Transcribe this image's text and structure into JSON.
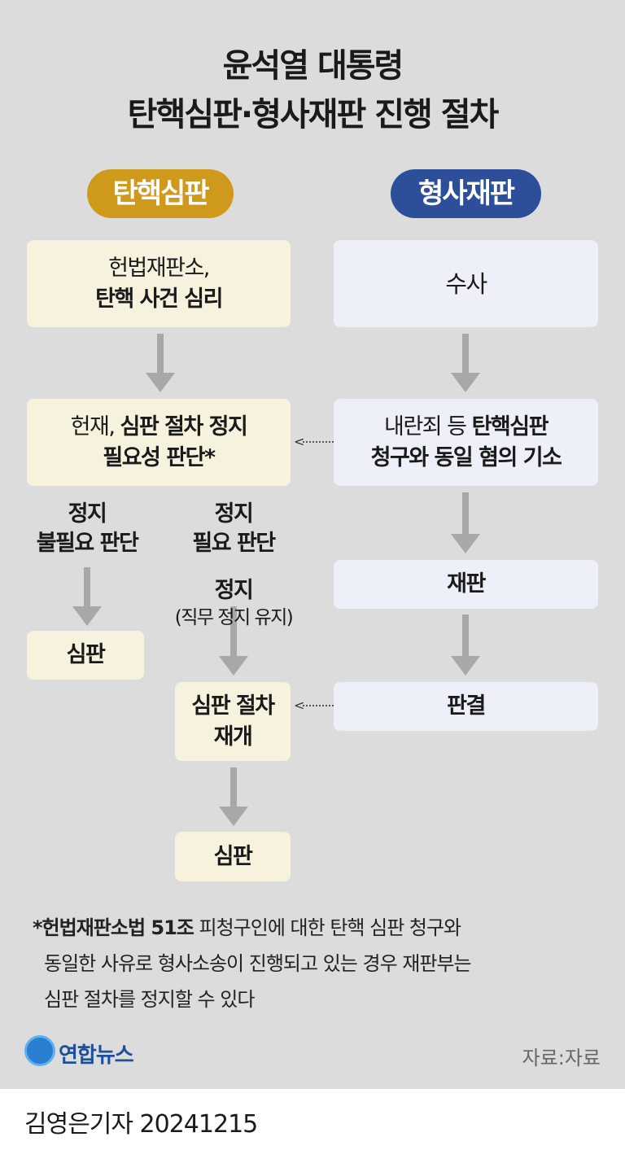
{
  "title": {
    "line1": "윤석열 대통령",
    "line2": "탄핵심판·형사재판 진행 절차"
  },
  "columns": {
    "left": {
      "label": "탄핵심판",
      "color": "#cf9a1c"
    },
    "right": {
      "label": "형사재판",
      "color": "#2d4e98"
    }
  },
  "left_flow": {
    "box1": {
      "line1": "헌법재판소,",
      "line2": "탄핵 사건 심리"
    },
    "box2": {
      "line1_normal": "헌재, ",
      "line1_bold": "심판 절차 정지",
      "line2": "필요성 판단*"
    },
    "branch_a": {
      "line1": "정지",
      "line2": "불필요 판단",
      "result": "심판"
    },
    "branch_b": {
      "line1": "정지",
      "line2": "필요 판단",
      "status": "정지",
      "status_note": "(직무 정지 유지)",
      "resume_line1": "심판 절차",
      "resume_line2": "재개",
      "result": "심판"
    }
  },
  "right_flow": {
    "box1": "수사",
    "box2": {
      "line1_normal": "내란죄 등 ",
      "line1_bold": "탄핵심판",
      "line2": "청구와 동일 혐의 기소"
    },
    "box3": "재판",
    "box4": "판결"
  },
  "footnote": {
    "bold": "*헌법재판소법 51조",
    "line1": " 피청구인에 대한 탄핵 심판 청구와",
    "line2": "동일한 사유로 형사소송이 진행되고 있는 경우 재판부는",
    "line3": "심판 절차를 정지할 수 있다"
  },
  "logo": "연합뉴스",
  "source": "자료:자료",
  "byline": {
    "reporter": "김영은기자",
    "date": "20241215"
  }
}
